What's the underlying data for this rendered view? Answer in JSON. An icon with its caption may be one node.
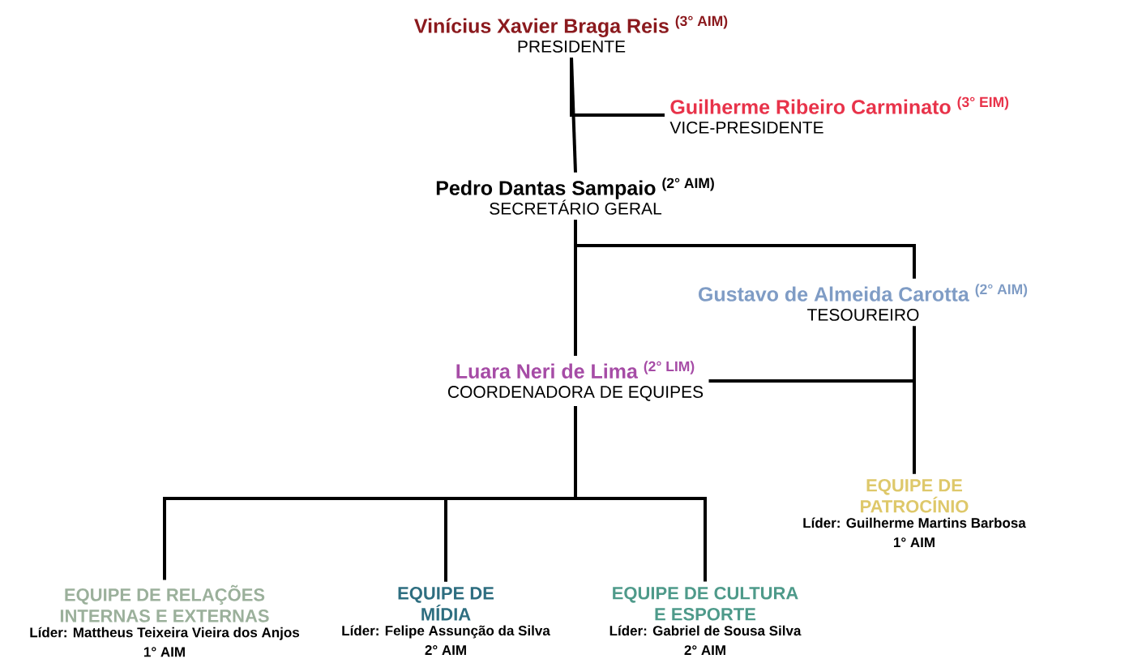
{
  "diagram": {
    "nodes": [
      {
        "text": [
          "Vinícius Xavier Braga Reis $^{(3° AIM)}$",
          "PRESIDENTE"
        ]
      },
      {
        "text": [
          "Guilherme Ribeiro Carminato $^{(3° EIM)}$",
          "VICE-PRESIDENTE"
        ]
      },
      {
        "text": [
          "Pedro Dantas Sampaio $^{(2° AIM)}$",
          "SECRETÁRIO GERAL"
        ]
      },
      {
        "text": [
          "Gustavo de Almeida Carotta $^{(2° AIM)}$",
          "TESOUREIRO"
        ]
      },
      {
        "text": [
          "Luara Neri de Lima $^{(2° LIM)}$",
          "COORDENADORA DE EQUIPES"
        ]
      },
      {
        "text": [
          "EQUIPE DE PATROCÍNIO",
          "Líder: Guilherme Martins Barbosa",
          "1° AIM"
        ]
      },
      {
        "text": [
          "EQUIPE DE RELAÇÕES INTERNAS E EXTERNAS",
          "Líder: Mattheus Teixeira Vieira dos Anjos",
          "1° AIM"
        ]
      },
      {
        "text": [
          "EQUIPE DE MÍDIA",
          "Líder: Felipe Assunção da Silva",
          "2° AIM"
        ]
      },
      {
        "text": [
          "EQUIPE DE CULTURA E ESPORTE",
          "Líder: Gabriel de Sousa Silva",
          "2° AIM"
        ]
      }
    ],
    "edges": [
      {
        "from": 0,
        "to": 1,
        "arrow": "none"
      },
      {
        "from": 0,
        "to": 2,
        "arrow": "none"
      },
      {
        "from": 2,
        "to": 3,
        "arrow": "none"
      },
      {
        "from": 2,
        "to": 4,
        "arrow": "none"
      },
      {
        "from": 3,
        "to": 5,
        "arrow": "none"
      },
      {
        "from": 4,
        "to": 5,
        "arrow": "none"
      },
      {
        "from": 4,
        "to": 6,
        "arrow": "none"
      },
      {
        "from": 4,
        "to": 7,
        "arrow": "none"
      },
      {
        "from": 4,
        "to": 8,
        "arrow": "none"
      }
    ]
  }
}
